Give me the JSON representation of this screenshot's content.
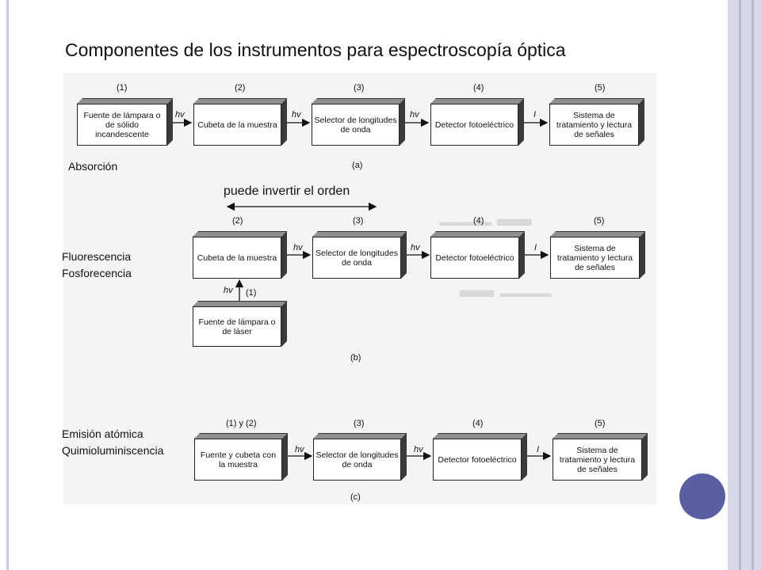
{
  "title": "Componentes de los instrumentos para espectroscopía óptica",
  "panel_a": {
    "label": "Absorción",
    "caption": "(a)",
    "numbers": [
      "(1)",
      "(2)",
      "(3)",
      "(4)",
      "(5)"
    ],
    "boxes": [
      "Fuente de lámpara o de sólido incandescente",
      "Cubeta de la muestra",
      "Selector de longitudes de onda",
      "Detector fotoeléctrico",
      "Sistema de tratamiento y lectura de señales"
    ],
    "arrows": [
      "hv",
      "hv",
      "hv",
      "I"
    ]
  },
  "panel_b": {
    "labels": [
      "Fluorescencia",
      "Fosforecencia"
    ],
    "caption": "(b)",
    "invert_note": "puede invertir el orden",
    "numbers": [
      "(2)",
      "(3)",
      "(4)",
      "(5)",
      "(1)"
    ],
    "boxes": [
      "Cubeta de la muestra",
      "Selector de longitudes de onda",
      "Detector fotoeléctrico",
      "Sistema de tratamiento y lectura de señales",
      "Fuente de lámpara o de láser"
    ],
    "arrows": [
      "hv",
      "hv",
      "I",
      "hv"
    ]
  },
  "panel_c": {
    "labels": [
      "Emisión atómica",
      "Quimioluminiscencia"
    ],
    "caption": "(c)",
    "numbers": [
      "(1) y (2)",
      "(3)",
      "(4)",
      "(5)"
    ],
    "boxes": [
      "Fuente y cubeta con la muestra",
      "Selector de longitudes de onda",
      "Detector fotoeléctrico",
      "Sistema de tratamiento y lectura de señales"
    ],
    "arrows": [
      "hv",
      "hv",
      "I"
    ]
  }
}
